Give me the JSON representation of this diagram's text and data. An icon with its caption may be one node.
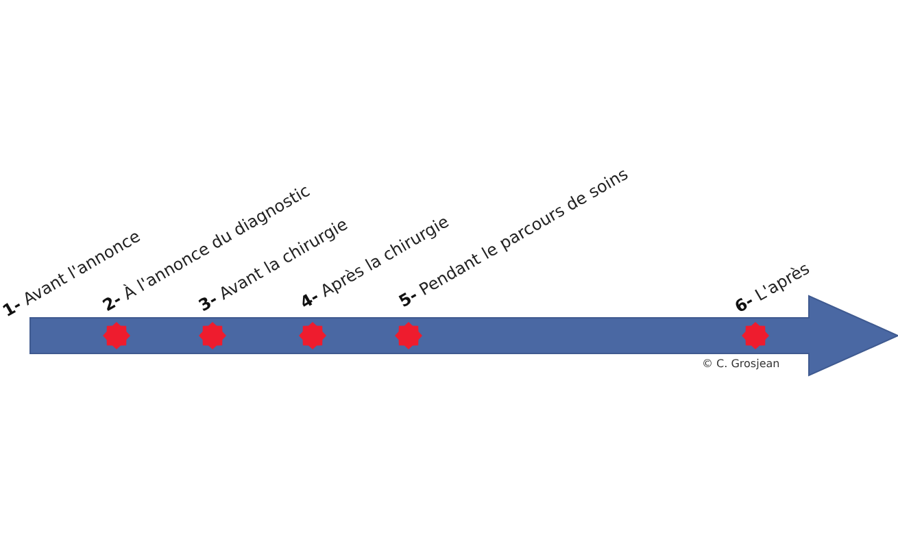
{
  "diagram": {
    "nodes": [
      {
        "text": [],
        "shape": "arrow"
      },
      {
        "text": [],
        "shape": "star",
        "in": 0,
        "beside": [
          "**2-** À l'annonce du diagnostic"
        ]
      },
      {
        "text": [],
        "shape": "star",
        "in": 0,
        "beside": [
          "**3-** Avant la chirurgie"
        ]
      },
      {
        "text": [],
        "shape": "star",
        "in": 0,
        "beside": [
          "**4-** Après la chirurgie"
        ]
      },
      {
        "text": [],
        "shape": "star",
        "in": 0,
        "beside": [
          "**5-** Pendant le parcours de soins"
        ]
      },
      {
        "text": [],
        "shape": "star",
        "in": 0,
        "beside": [
          "**6-** L'après"
        ]
      }
    ],
    "edges": [],
    "labels": [
      "**1-** Avant l'annonce",
      "© C. Grosjean"
    ]
  }
}
